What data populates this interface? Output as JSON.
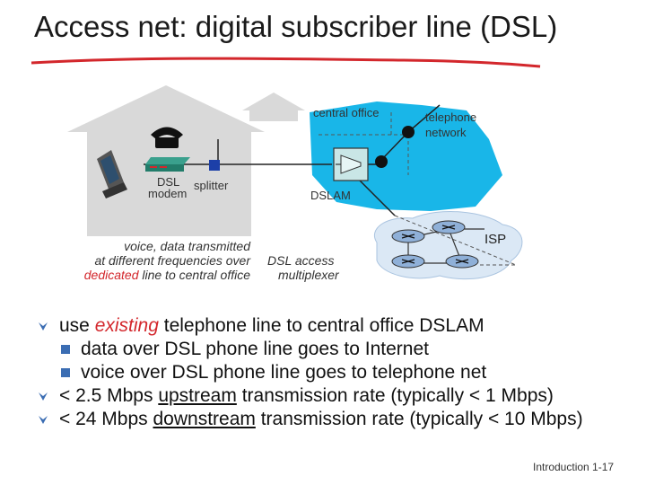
{
  "title": "Access net: digital subscriber line (DSL)",
  "diagram": {
    "central_office": "central office",
    "telephone_network_1": "telephone",
    "telephone_network_2": "network",
    "dslam": "DSLAM",
    "isp": "ISP",
    "dsl_modem_1": "DSL",
    "dsl_modem_2": "modem",
    "splitter": "splitter",
    "voice_line1": "voice, data transmitted",
    "voice_line2": "at different frequencies over",
    "voice_line3_red": "dedicated",
    "voice_line3_rest": " line to central office",
    "dsl_access_1": "DSL access",
    "dsl_access_2": "multiplexer"
  },
  "bullets": {
    "b1_pre": "use ",
    "b1_italic": "existing",
    "b1_post": " telephone line to central office DSLAM",
    "sub1": "data over DSL phone line goes to Internet",
    "sub2": "voice over DSL phone line goes to telephone net",
    "b2_pre": "< 2.5 Mbps ",
    "b2_u": "upstream",
    "b2_post": " transmission rate (typically < 1 Mbps)",
    "b3_pre": "< 24 Mbps ",
    "b3_u": "downstream",
    "b3_post": " transmission rate (typically < 10 Mbps)"
  },
  "footer": "Introduction 1-17",
  "colors": {
    "accent_red": "#d3272c",
    "house_gray": "#d9d9d9",
    "cloud_cyan": "#19b6e8",
    "isp_cloud": "#dbe8f5",
    "bullet_blue": "#3b6db3"
  }
}
